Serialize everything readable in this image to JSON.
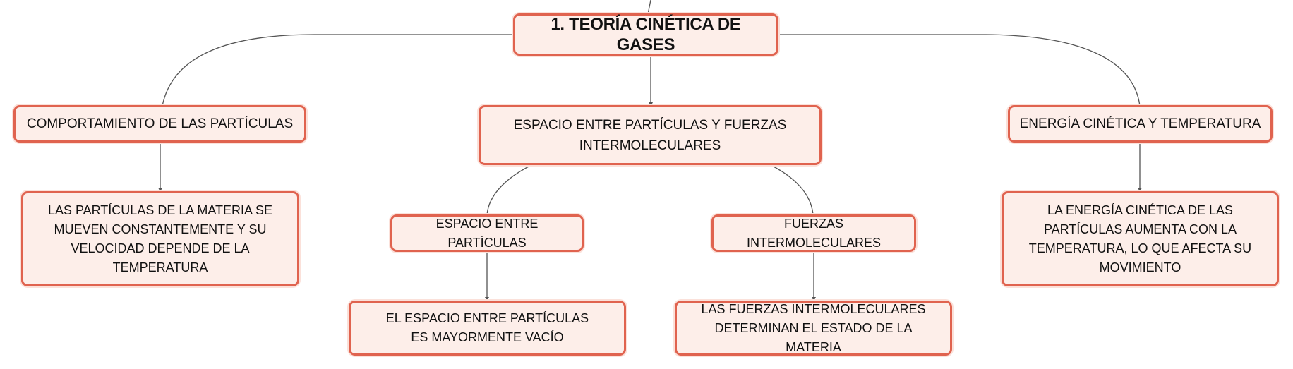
{
  "root": {
    "label": "1. TEORÍA CINÉTICA DE GASES"
  },
  "branches": {
    "left": {
      "label": "COMPORTAMIENTO DE LAS PARTÍCULAS",
      "detail": "LAS PARTÍCULAS DE LA MATERIA SE MUEVEN CONSTANTEMENTE Y SU VELOCIDAD DEPENDE DE LA TEMPERATURA"
    },
    "center": {
      "label": "ESPACIO ENTRE PARTÍCULAS Y FUERZAS INTERMOLECULARES",
      "children": [
        {
          "label": "ESPACIO ENTRE PARTÍCULAS",
          "detail": "EL ESPACIO ENTRE PARTÍCULAS ES MAYORMENTE VACÍO"
        },
        {
          "label": "FUERZAS INTERMOLECULARES",
          "detail": "LAS FUERZAS INTERMOLECULARES DETERMINAN EL ESTADO DE LA MATERIA"
        }
      ]
    },
    "right": {
      "label": "ENERGÍA CINÉTICA Y TEMPERATURA",
      "detail": "LA ENERGÍA CINÉTICA DE LAS PARTÍCULAS AUMENTA CON LA TEMPERATURA, LO QUE AFECTA SU MOVIMIENTO"
    }
  },
  "colors": {
    "node_border": "#e0634f",
    "node_fill": "#fdeee9",
    "connector": "#555555"
  }
}
